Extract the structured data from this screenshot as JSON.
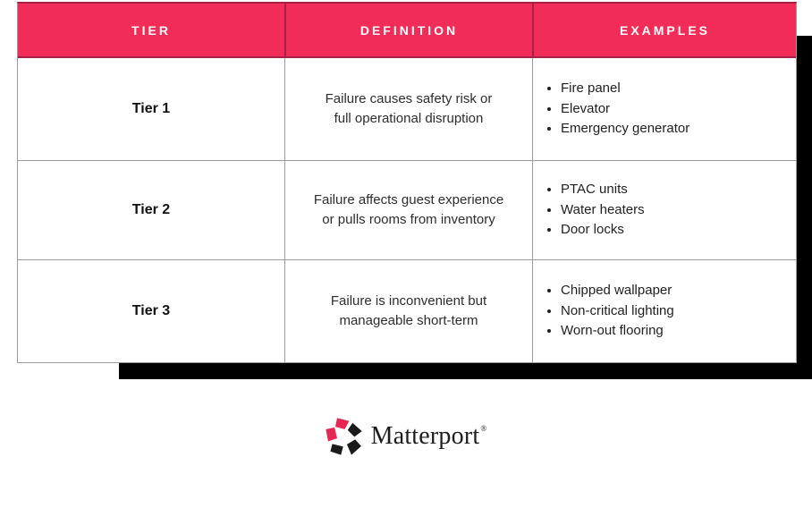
{
  "table": {
    "columns": [
      "TIER",
      "DEFINITION",
      "EXAMPLES"
    ],
    "rows": [
      {
        "tier": "Tier 1",
        "definition_lines": [
          "Failure causes safety risk or",
          "full operational disruption"
        ],
        "examples": [
          "Fire panel",
          "Elevator",
          "Emergency generator"
        ]
      },
      {
        "tier": "Tier 2",
        "definition_lines": [
          "Failure affects guest experience",
          "or pulls rooms from inventory"
        ],
        "examples": [
          "PTAC units",
          "Water heaters",
          "Door locks"
        ]
      },
      {
        "tier": "Tier 3",
        "definition_lines": [
          "Failure is inconvenient but",
          "manageable short-term"
        ],
        "examples": [
          "Chipped wallpaper",
          "Non-critical lighting",
          "Worn-out flooring"
        ]
      }
    ]
  },
  "footer": {
    "brand": "Matterport",
    "registered_mark": "®",
    "logo_icon": "matterport-pinwheel-icon"
  },
  "colors": {
    "header_bg": "#F22C58",
    "header_border": "#A82045",
    "table_border": "#9B9B9B",
    "body_text": "#262626",
    "shadow": "#000000",
    "logo_pink": "#E72753",
    "logo_black": "#1B1B1B"
  }
}
